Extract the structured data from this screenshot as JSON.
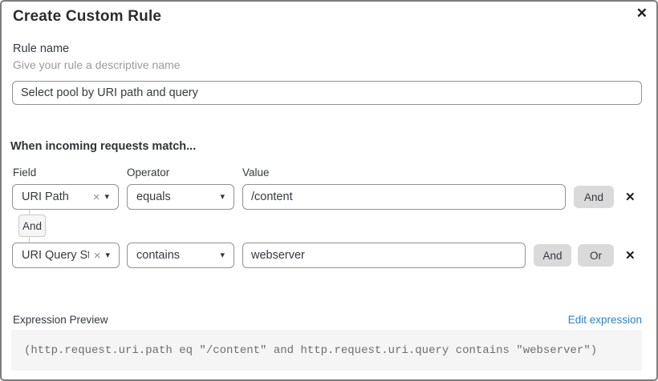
{
  "dialog": {
    "title": "Create Custom Rule"
  },
  "icons": {
    "close": "✕",
    "remove": "×",
    "caret": "▾",
    "delete_row": "✕"
  },
  "rule_name": {
    "label": "Rule name",
    "helper": "Give your rule a descriptive name",
    "value": "Select pool by URI path and query"
  },
  "match": {
    "heading": "When incoming requests match...",
    "col_field": "Field",
    "col_operator": "Operator",
    "col_value": "Value",
    "connector": "And",
    "rows": [
      {
        "field": "URI Path",
        "operator": "equals",
        "value": "/content",
        "and_label": "And"
      },
      {
        "field": "URI Query St...",
        "operator": "contains",
        "value": "webserver",
        "and_label": "And",
        "or_label": "Or"
      }
    ]
  },
  "expression": {
    "label": "Expression Preview",
    "edit_link": "Edit expression",
    "code": "(http.request.uri.path eq \"/content\" and http.request.uri.query contains \"webserver\")"
  },
  "colors": {
    "link_blue": "#3081c4",
    "button_gray": "#dadada",
    "code_bg": "#f5f5f6",
    "input_border": "#929292",
    "dialog_border": "#7d7d7d"
  }
}
